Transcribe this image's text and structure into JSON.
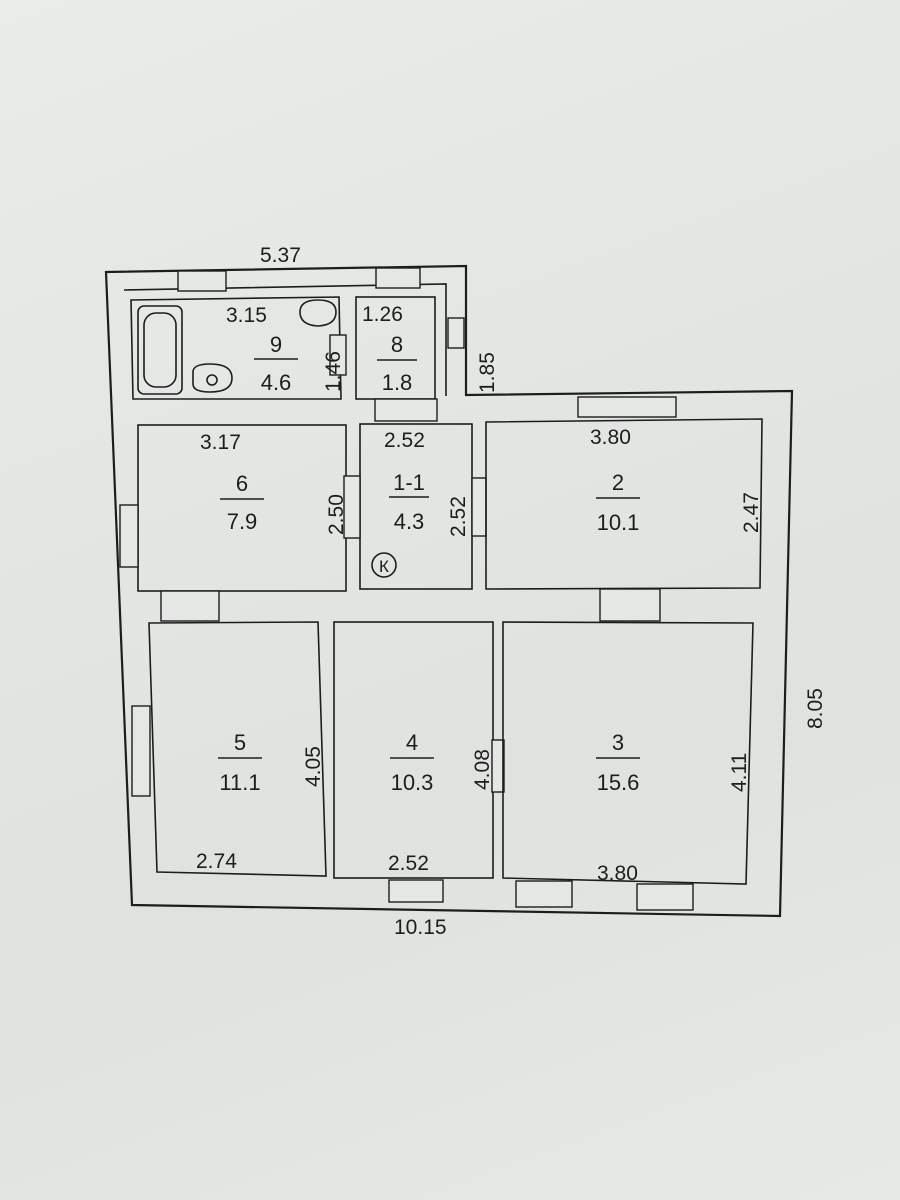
{
  "overall_dimensions": {
    "top_width": "5.37",
    "bottom_width": "10.15",
    "right_height": "8.05",
    "wc_block_height": "1.85"
  },
  "rooms": [
    {
      "id": "9",
      "area": "4.6",
      "dims": [
        "3.15",
        "1.46"
      ]
    },
    {
      "id": "8",
      "area": "1.8",
      "dims": [
        "1.26"
      ]
    },
    {
      "id": "6",
      "area": "7.9",
      "dims": [
        "3.17",
        "2.50"
      ]
    },
    {
      "id": "1-1",
      "area": "4.3",
      "dims": [
        "2.52",
        "2.52"
      ]
    },
    {
      "id": "2",
      "area": "10.1",
      "dims": [
        "3.80",
        "2.47"
      ]
    },
    {
      "id": "5",
      "area": "11.1",
      "dims": [
        "4.05",
        "2.74"
      ]
    },
    {
      "id": "4",
      "area": "10.3",
      "dims": [
        "4.08",
        "2.52"
      ]
    },
    {
      "id": "3",
      "area": "15.6",
      "dims": [
        "4.11",
        "3.80"
      ]
    }
  ],
  "kitchen_marker": "К"
}
